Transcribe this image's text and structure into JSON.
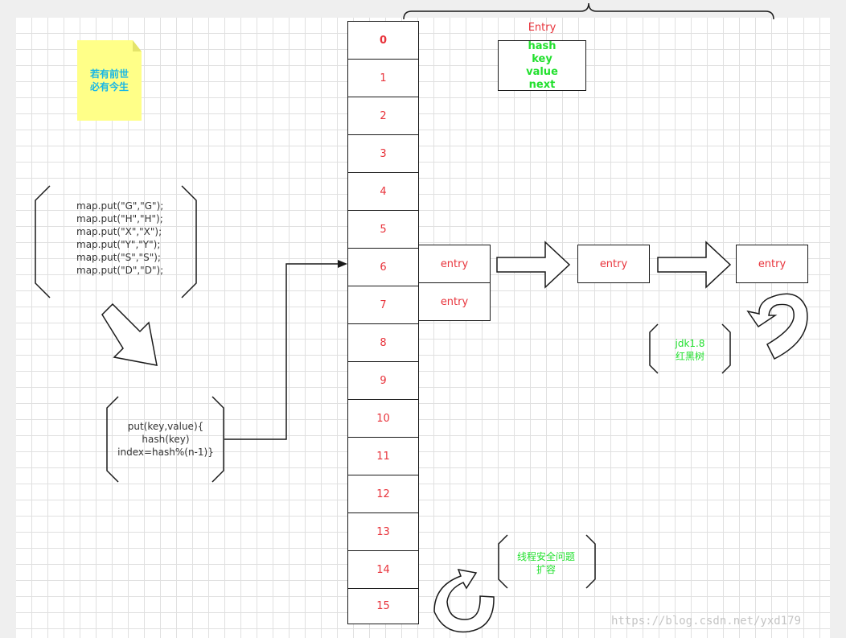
{
  "sticky_note": {
    "lines": [
      "若有前世",
      "必有今生"
    ]
  },
  "bucket_array": {
    "labels": [
      "0",
      "1",
      "2",
      "3",
      "4",
      "5",
      "6",
      "7",
      "8",
      "9",
      "10",
      "11",
      "12",
      "13",
      "14",
      "15"
    ]
  },
  "entry_struct": {
    "title": "Entry",
    "fields": [
      "hash",
      "key",
      "value",
      "next"
    ]
  },
  "map_puts": {
    "lines": [
      "map.put(\"G\",\"G\");",
      "map.put(\"H\",\"H\");",
      "map.put(\"X\",\"X\");",
      "map.put(\"Y\",\"Y\");",
      "map.put(\"S\",\"S\");",
      "map.put(\"D\",\"D\");"
    ]
  },
  "put_method": {
    "lines": [
      "put(key,value){",
      "hash(key)",
      "index=hash%(n-1)}"
    ]
  },
  "bucket_entries": {
    "row6": "entry",
    "row7": "entry"
  },
  "chain_entries": [
    "entry",
    "entry"
  ],
  "jdk_note": {
    "lines": [
      "jdk1.8",
      "红黑树"
    ]
  },
  "thread_note": {
    "lines": [
      "线程安全问题",
      "扩容"
    ]
  },
  "watermark": "https://blog.csdn.net/yxd179",
  "colors": {
    "index_red": "#e8333b",
    "green": "#22e02e",
    "sticky_yellow": "#ffff88",
    "sticky_text": "#19b7e6",
    "text_dark": "#333333",
    "line": "#1a1a1a"
  }
}
